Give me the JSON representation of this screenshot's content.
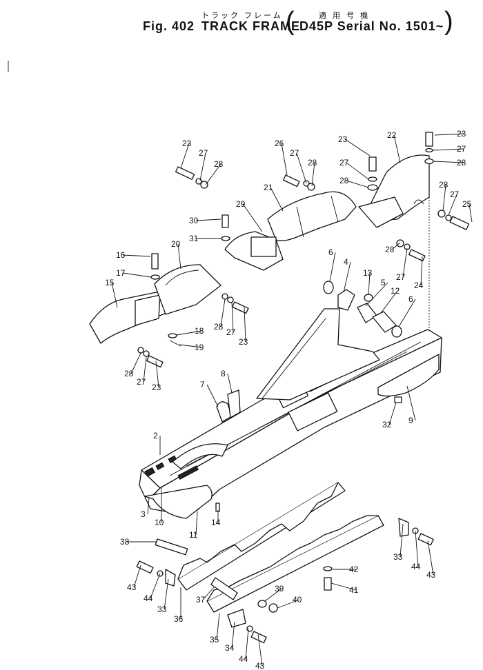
{
  "header": {
    "jp_title": "トラック フレーム",
    "jp_serial": "適 用 号 機",
    "fig": "Fig. 402",
    "title": "TRACK FRAME",
    "serial": "D45P Serial No. 1501~"
  },
  "labels": [
    {
      "id": "p23a",
      "text": "23"
    },
    {
      "id": "p27a",
      "text": "27"
    },
    {
      "id": "p28a",
      "text": "28"
    },
    {
      "id": "p26",
      "text": "26"
    },
    {
      "id": "p27b",
      "text": "27"
    },
    {
      "id": "p28b",
      "text": "28"
    },
    {
      "id": "p23b",
      "text": "23"
    },
    {
      "id": "p27c",
      "text": "27"
    },
    {
      "id": "p28c",
      "text": "28"
    },
    {
      "id": "p22",
      "text": "22"
    },
    {
      "id": "p23c",
      "text": "23"
    },
    {
      "id": "p27d",
      "text": "27"
    },
    {
      "id": "p28d",
      "text": "28"
    },
    {
      "id": "p28e",
      "text": "28"
    },
    {
      "id": "p27e",
      "text": "27"
    },
    {
      "id": "p25",
      "text": "25"
    },
    {
      "id": "p21",
      "text": "21"
    },
    {
      "id": "p29",
      "text": "29"
    },
    {
      "id": "p30",
      "text": "30"
    },
    {
      "id": "p31",
      "text": "31"
    },
    {
      "id": "p28f",
      "text": "28"
    },
    {
      "id": "p27f",
      "text": "27"
    },
    {
      "id": "p24",
      "text": "24"
    },
    {
      "id": "p16",
      "text": "16"
    },
    {
      "id": "p20",
      "text": "20"
    },
    {
      "id": "p17",
      "text": "17"
    },
    {
      "id": "p15",
      "text": "15"
    },
    {
      "id": "p6a",
      "text": "6"
    },
    {
      "id": "p4",
      "text": "4"
    },
    {
      "id": "p13",
      "text": "13"
    },
    {
      "id": "p5",
      "text": "5"
    },
    {
      "id": "p12",
      "text": "12"
    },
    {
      "id": "p6b",
      "text": "6"
    },
    {
      "id": "p28g",
      "text": "28"
    },
    {
      "id": "p27g",
      "text": "27"
    },
    {
      "id": "p23d",
      "text": "23"
    },
    {
      "id": "p18",
      "text": "18"
    },
    {
      "id": "p19",
      "text": "19"
    },
    {
      "id": "p28h",
      "text": "28"
    },
    {
      "id": "p27h",
      "text": "27"
    },
    {
      "id": "p23e",
      "text": "23"
    },
    {
      "id": "p7",
      "text": "7"
    },
    {
      "id": "p8",
      "text": "8"
    },
    {
      "id": "p32",
      "text": "32"
    },
    {
      "id": "p9",
      "text": "9"
    },
    {
      "id": "p2",
      "text": "2"
    },
    {
      "id": "p3",
      "text": "3"
    },
    {
      "id": "p10",
      "text": "10"
    },
    {
      "id": "p11",
      "text": "11"
    },
    {
      "id": "p14",
      "text": "14"
    },
    {
      "id": "p38",
      "text": "38"
    },
    {
      "id": "p33a",
      "text": "33"
    },
    {
      "id": "p44a",
      "text": "44"
    },
    {
      "id": "p43a",
      "text": "43"
    },
    {
      "id": "p42",
      "text": "42"
    },
    {
      "id": "p41",
      "text": "41"
    },
    {
      "id": "p43b",
      "text": "43"
    },
    {
      "id": "p44b",
      "text": "44"
    },
    {
      "id": "p33b",
      "text": "33"
    },
    {
      "id": "p36",
      "text": "36"
    },
    {
      "id": "p37",
      "text": "37"
    },
    {
      "id": "p39",
      "text": "39"
    },
    {
      "id": "p40",
      "text": "40"
    },
    {
      "id": "p35",
      "text": "35"
    },
    {
      "id": "p34",
      "text": "34"
    },
    {
      "id": "p44c",
      "text": "44"
    },
    {
      "id": "p43c",
      "text": "43"
    }
  ]
}
